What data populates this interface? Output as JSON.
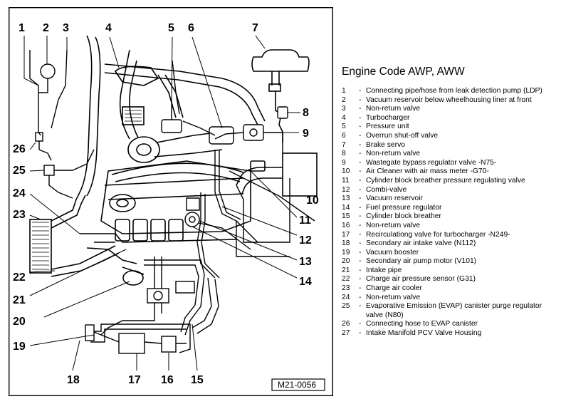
{
  "legend": {
    "title": "Engine Code AWP, AWW",
    "items": [
      {
        "num": "1",
        "desc": "Connecting pipe/hose from leak detection pump (LDP)"
      },
      {
        "num": "2",
        "desc": "Vacuum reservoir below wheelhousing liner at front"
      },
      {
        "num": "3",
        "desc": "Non-return valve"
      },
      {
        "num": "4",
        "desc": "Turbocharger"
      },
      {
        "num": "5",
        "desc": "Pressure unit"
      },
      {
        "num": "6",
        "desc": "Overrun shut-off valve"
      },
      {
        "num": "7",
        "desc": "Brake servo"
      },
      {
        "num": "8",
        "desc": "Non-return valve"
      },
      {
        "num": "9",
        "desc": "Wastegate bypass regulator valve -N75-"
      },
      {
        "num": "10",
        "desc": "Air Cleaner with air mass meter -G70-"
      },
      {
        "num": "11",
        "desc": "Cylinder block breather pressure regulating valve"
      },
      {
        "num": "12",
        "desc": "Combi-valve"
      },
      {
        "num": "13",
        "desc": "Vacuum reservoir"
      },
      {
        "num": "14",
        "desc": "Fuel pressure regulator"
      },
      {
        "num": "15",
        "desc": "Cylinder block breather"
      },
      {
        "num": "16",
        "desc": "Non-return valve"
      },
      {
        "num": "17",
        "desc": "Recirculationg valve for turbocharger -N249-"
      },
      {
        "num": "18",
        "desc": "Secondary air intake valve (N112)"
      },
      {
        "num": "19",
        "desc": "Vacuum booster"
      },
      {
        "num": "20",
        "desc": "Secondary air pump motor (V101)"
      },
      {
        "num": "21",
        "desc": "Intake pipe"
      },
      {
        "num": "22",
        "desc": "Charge air pressure sensor (G31)"
      },
      {
        "num": "23",
        "desc": "Charge air cooler"
      },
      {
        "num": "24",
        "desc": "Non-return valve"
      },
      {
        "num": "25",
        "desc": "Evaporative Emission (EVAP) canister purge regulator\nvalve (N80)"
      },
      {
        "num": "26",
        "desc": "Connecting hose to EVAP canister"
      },
      {
        "num": "27",
        "desc": "Intake Manifold PCV Valve Housing"
      }
    ]
  },
  "figure": {
    "code": "M21-0056",
    "callouts": [
      "1",
      "2",
      "3",
      "4",
      "5",
      "6",
      "7",
      "8",
      "9",
      "10",
      "11",
      "12",
      "13",
      "14",
      "15",
      "16",
      "17",
      "18",
      "19",
      "20",
      "21",
      "22",
      "23",
      "24",
      "25",
      "26"
    ]
  }
}
